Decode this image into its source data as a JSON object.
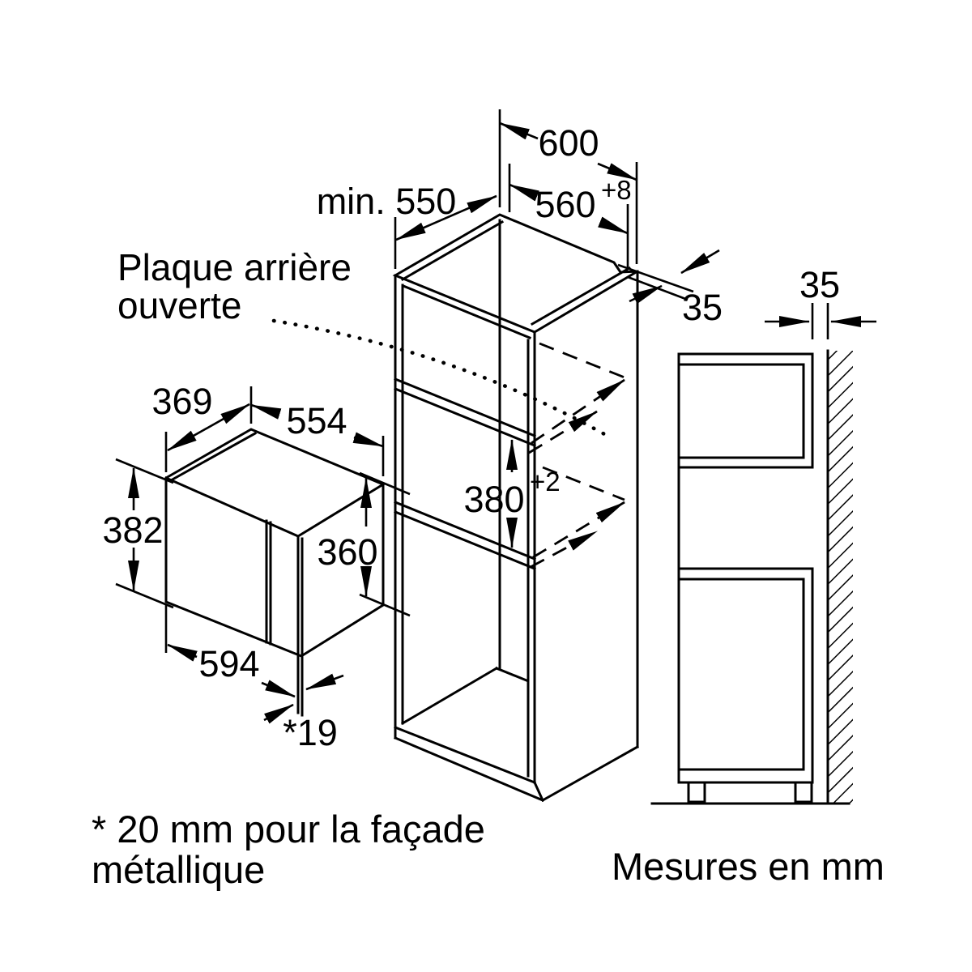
{
  "diagram": {
    "note_units": "Mesures en mm",
    "footnote_line1": "* 20 mm pour la façade",
    "footnote_line2": "métallique",
    "callout_line1": "Plaque arrière",
    "callout_line2": "ouverte",
    "dims": {
      "cabinet_width": "600",
      "niche_width": "560",
      "niche_width_tol": "+8",
      "min_depth": "min. 550",
      "top_gap": "35",
      "wall_gap": "35",
      "appliance_depth": "369",
      "body_width": "554",
      "front_height": "382",
      "body_height": "360",
      "niche_height": "380",
      "niche_height_tol": "+2",
      "front_width": "594",
      "door_overhang": "*19"
    },
    "colors": {
      "line": "#000000",
      "background": "#ffffff"
    }
  }
}
